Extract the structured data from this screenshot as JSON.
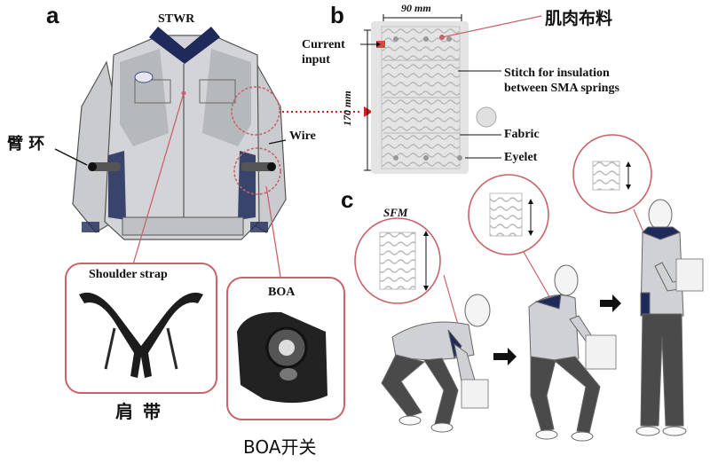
{
  "panel_a": {
    "letter": "a",
    "jacket_label": "STWR",
    "wire_label": "Wire",
    "armband_label": "臂 环",
    "shoulder_box_title": "Shoulder strap",
    "shoulder_caption": "肩 带",
    "boa_box_title": "BOA",
    "boa_caption": "BOA开关"
  },
  "panel_b": {
    "letter": "b",
    "width_label": "90 mm",
    "height_label": "170 mm",
    "current_input": "Current\ninput",
    "fabric_cn": "肌肉布料",
    "stitch_label": "Stitch for insulation\nbetween SMA springs",
    "fabric_label": "Fabric",
    "eyelet_label": "Eyelet"
  },
  "panel_c": {
    "letter": "c",
    "sfm_label": "SFM"
  },
  "colors": {
    "accent_red": "#c9636b",
    "navy": "#1f2a5a",
    "jacket_gray": "#c7c9cc",
    "arrow_red": "#d42020"
  }
}
